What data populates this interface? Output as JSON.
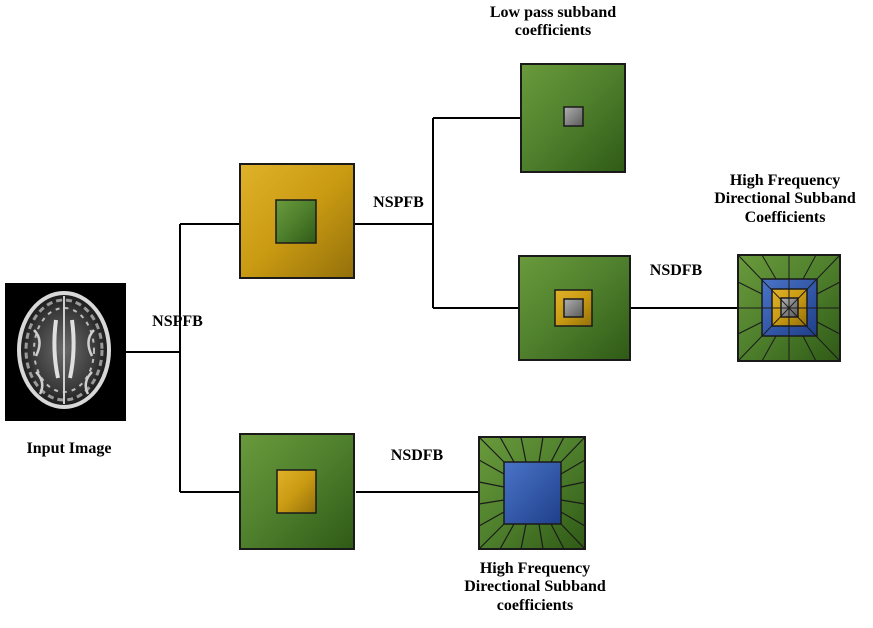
{
  "labels": {
    "input_image": "Input Image",
    "nspfb_level1": "NSPFB",
    "nspfb_level2": "NSPFB",
    "nsdfb_level1": "NSDFB",
    "nsdfb_level2": "NSDFB",
    "lowpass_title": "Low pass subband coefficients",
    "hf_title_level2": "High Frequency Directional Subband Coefficients",
    "hf_title_level1": "High Frequency Directional Subband coefficients"
  },
  "colors": {
    "green": "#4e7f2c",
    "green_dark": "#2a4f12",
    "gold": "#c99a12",
    "gold_dark": "#8a6606",
    "blue": "#2e58b0",
    "gray": "#8c8c8c",
    "line": "#000000"
  }
}
